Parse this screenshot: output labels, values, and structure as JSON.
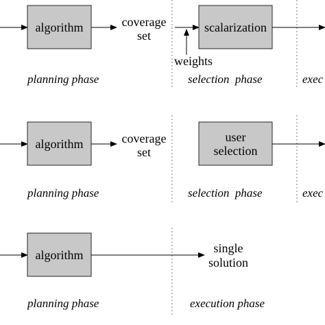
{
  "rows": [
    {
      "algorithm": "algorithm",
      "output_line1": "coverage",
      "output_line2": "set",
      "selector": "scalarization",
      "selector_input": "weights",
      "phase_planning": "planning phase",
      "phase_selection": "selection  phase",
      "phase_execution_partial": "exec"
    },
    {
      "algorithm": "algorithm",
      "output_line1": "coverage",
      "output_line2": "set",
      "selector_line1": "user",
      "selector_line2": "selection",
      "phase_planning": "planning phase",
      "phase_selection": "selection  phase",
      "phase_execution_partial": "exec"
    },
    {
      "algorithm": "algorithm",
      "output_line1": "single",
      "output_line2": "solution",
      "phase_planning": "planning phase",
      "phase_execution": "execution phase"
    }
  ],
  "colors": {
    "box_fill": "#c8c8c8",
    "box_stroke": "#222222",
    "separator": "#777777"
  }
}
